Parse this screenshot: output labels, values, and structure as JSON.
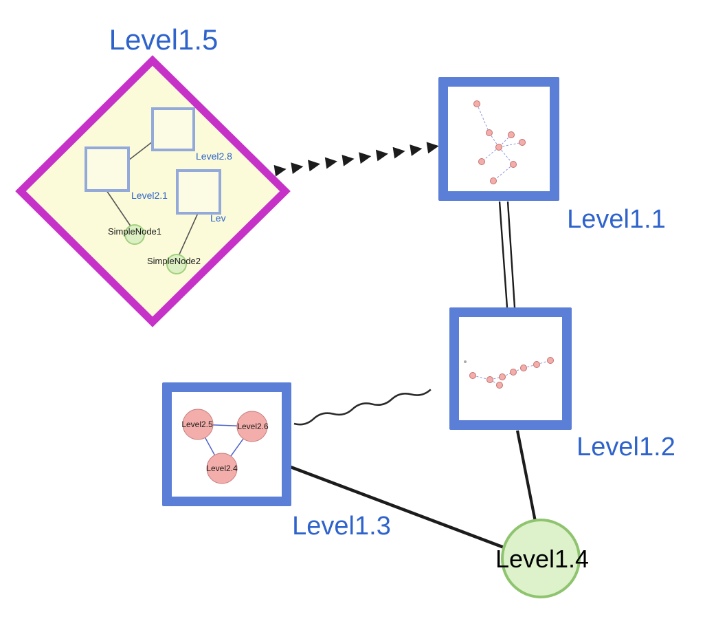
{
  "colors": {
    "label_blue": "#2e63cc",
    "label_black": "#000000",
    "node_border_blue": "#5b7fd6",
    "diamond_border": "#c632c8",
    "diamond_fill": "#fbfbd9",
    "inner_square_border": "#93a9d9",
    "green_fill": "#ddf1cb",
    "green_border": "#8fc46f",
    "pink_fill": "#f3aeab",
    "pink_border": "#c4706a",
    "edge_color": "#1c1c1c",
    "mini_edge_blue": "#8a96dd"
  },
  "nodes": {
    "level15": {
      "label": "Level1.5"
    },
    "level11": {
      "label": "Level1.1"
    },
    "level12": {
      "label": "Level1.2"
    },
    "level13": {
      "label": "Level1.3"
    },
    "level14": {
      "label": "Level1.4"
    }
  },
  "level15_children": {
    "level28": {
      "label": "Level2.8"
    },
    "level21": {
      "label": "Level2.1"
    },
    "lev": {
      "label": "Lev"
    },
    "simplenode1": {
      "label": "SimpleNode1"
    },
    "simplenode2": {
      "label": "SimpleNode2"
    }
  },
  "level13_children": {
    "left": {
      "label": "Level2.5"
    },
    "right": {
      "label": "Level2.6"
    },
    "bottom": {
      "label": "Level2.4"
    }
  }
}
